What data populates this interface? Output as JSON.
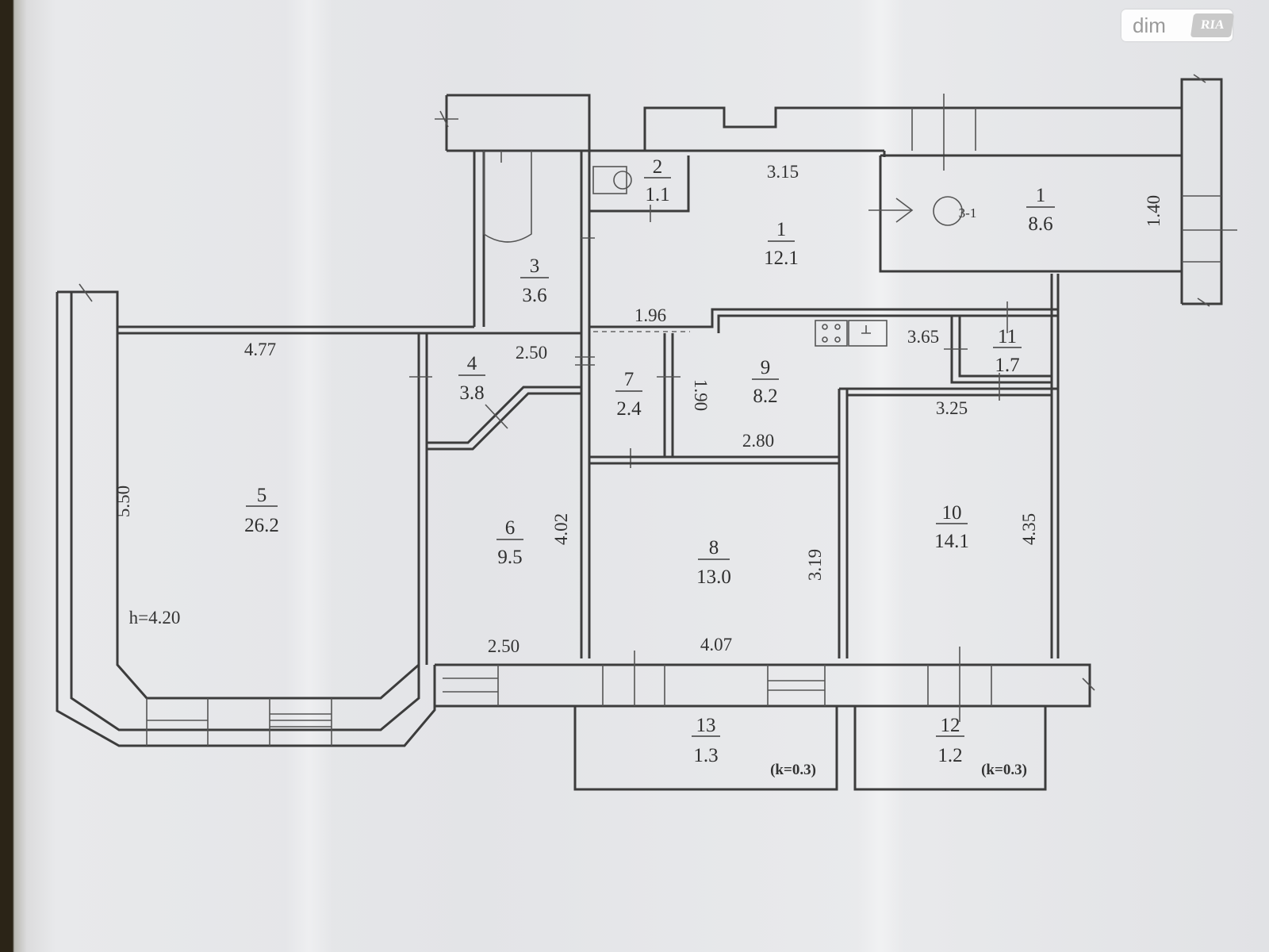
{
  "watermark": {
    "word": "dim",
    "badge": "RIA"
  },
  "rooms": [
    {
      "id": "r1a",
      "number": "1",
      "area": "12.1"
    },
    {
      "id": "r1b",
      "number": "1",
      "area": "8.6"
    },
    {
      "id": "r2",
      "number": "2",
      "area": "1.1"
    },
    {
      "id": "r3",
      "number": "3",
      "area": "3.6"
    },
    {
      "id": "r4",
      "number": "4",
      "area": "3.8"
    },
    {
      "id": "r5",
      "number": "5",
      "area": "26.2"
    },
    {
      "id": "r6",
      "number": "6",
      "area": "9.5"
    },
    {
      "id": "r7",
      "number": "7",
      "area": "2.4"
    },
    {
      "id": "r8",
      "number": "8",
      "area": "13.0"
    },
    {
      "id": "r9",
      "number": "9",
      "area": "8.2"
    },
    {
      "id": "r10",
      "number": "10",
      "area": "14.1"
    },
    {
      "id": "r11",
      "number": "11",
      "area": "1.7"
    },
    {
      "id": "r12",
      "number": "12",
      "area": "1.2",
      "coef": "(k=0.3)"
    },
    {
      "id": "r13",
      "number": "13",
      "area": "1.3",
      "coef": "(k=0.3)"
    }
  ],
  "dimensions": [
    "3.15",
    "1.40",
    "1.96",
    "4.77",
    "2.50",
    "3.65",
    "1.90",
    "3.25",
    "2.80",
    "5.50",
    "4.02",
    "3.19",
    "4.35",
    "2.50",
    "4.07"
  ],
  "stair_label": "3-1",
  "ceiling_height": "h=4.20"
}
